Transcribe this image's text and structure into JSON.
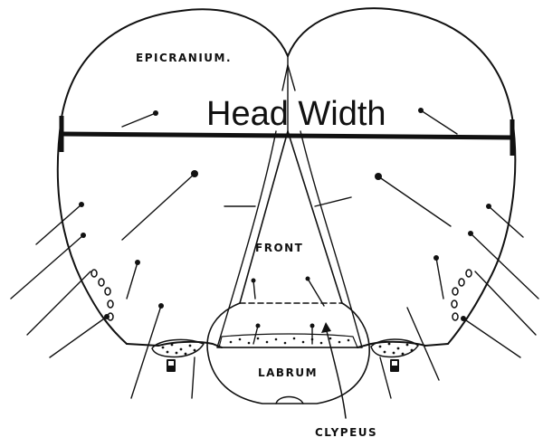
{
  "labels": {
    "epicranium": "EPICRANIUM.",
    "head_width": "Head Width",
    "front": "FRONT",
    "labrum": "LABRUM",
    "clypeus": "CLYPEUS"
  },
  "colors": {
    "ink": "#111111",
    "background": "#ffffff"
  }
}
